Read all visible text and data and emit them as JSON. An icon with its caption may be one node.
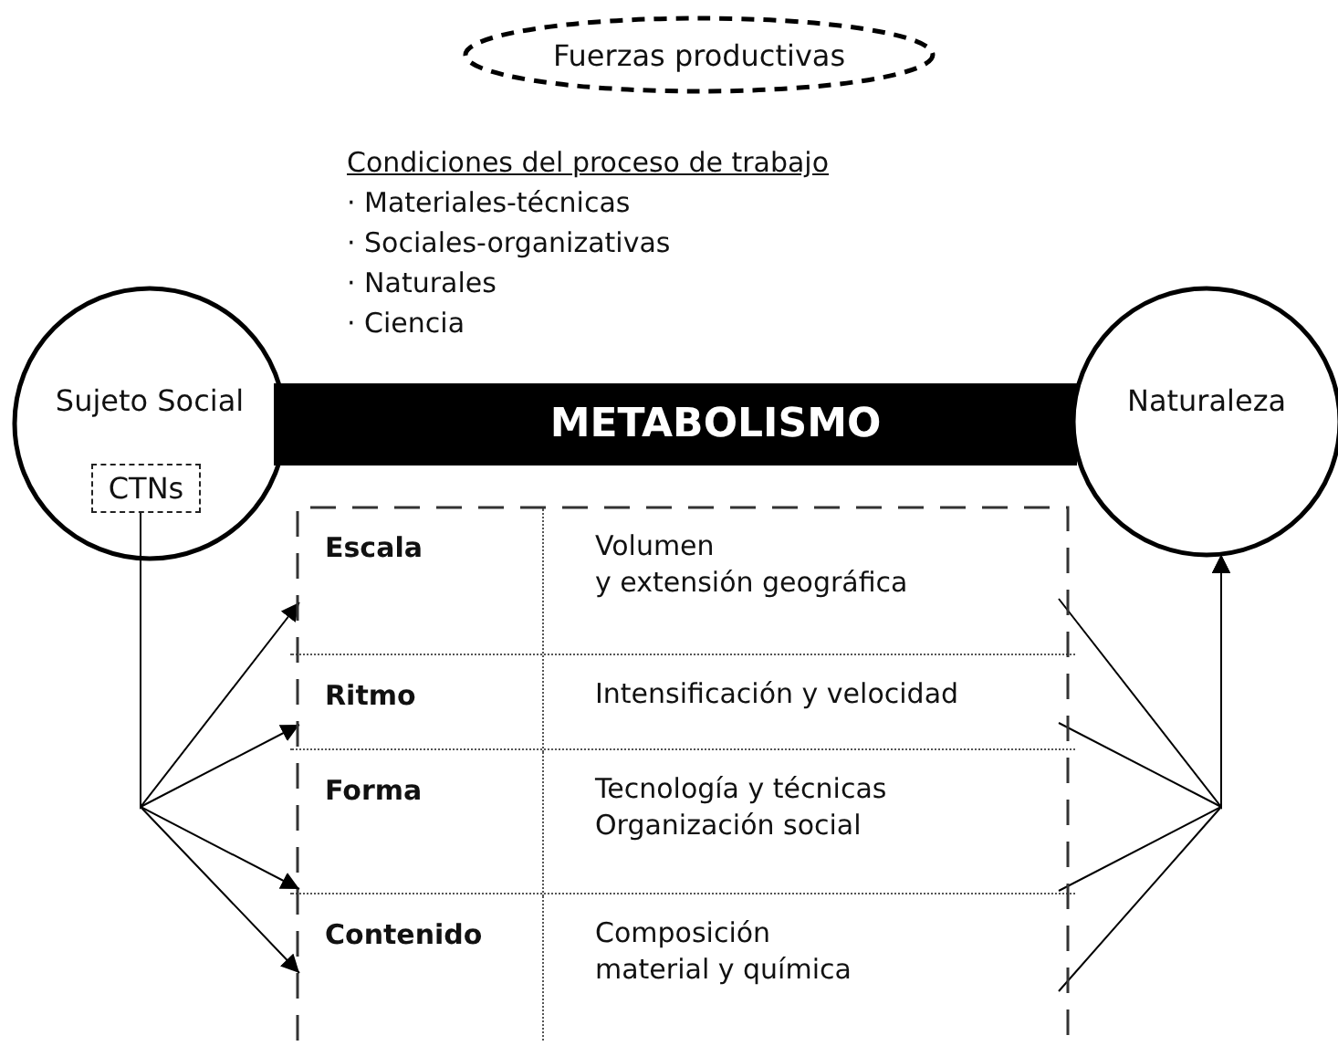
{
  "diagram": {
    "nodes": [
      {
        "text": [
          "Fuerzas productivas"
        ]
      },
      {
        "text": [
          "Sujeto Social"
        ]
      },
      {
        "text": [
          "CTNs"
        ],
        "in": 1
      },
      {
        "text": [
          "METABOLISMO"
        ]
      },
      {
        "text": [
          "Naturaleza"
        ]
      },
      {
        "text": [],
        "shape": "box"
      },
      {
        "text": [
          "Escala",
          "Volumen",
          "y extensión geográfica"
        ],
        "in": 5
      },
      {
        "text": [
          "Ritmo",
          "Intensificación y velocidad"
        ],
        "in": 5
      },
      {
        "text": [
          "Forma",
          "Tecnología y técnicas",
          "Organización social"
        ],
        "in": 5
      },
      {
        "text": [
          "Contenido",
          "Composición",
          "material y química"
        ],
        "in": 5
      }
    ],
    "edges": [
      {
        "from": 2,
        "to": 6,
        "arrow": "to"
      },
      {
        "from": 2,
        "to": 7,
        "arrow": "to"
      },
      {
        "from": 2,
        "to": 8,
        "arrow": "to"
      },
      {
        "from": 2,
        "to": 9,
        "arrow": "to"
      },
      {
        "from": 6,
        "to": 4,
        "arrow": "to"
      },
      {
        "from": 7,
        "to": 4,
        "arrow": "to"
      },
      {
        "from": 8,
        "to": 4,
        "arrow": "to"
      },
      {
        "from": 9,
        "to": 4,
        "arrow": "to"
      }
    ],
    "labels": [
      "Condiciones del proceso de trabajo",
      "· Materiales-técnicas",
      "· Sociales-organizativas",
      "· Naturales",
      "· Ciencia"
    ]
  }
}
